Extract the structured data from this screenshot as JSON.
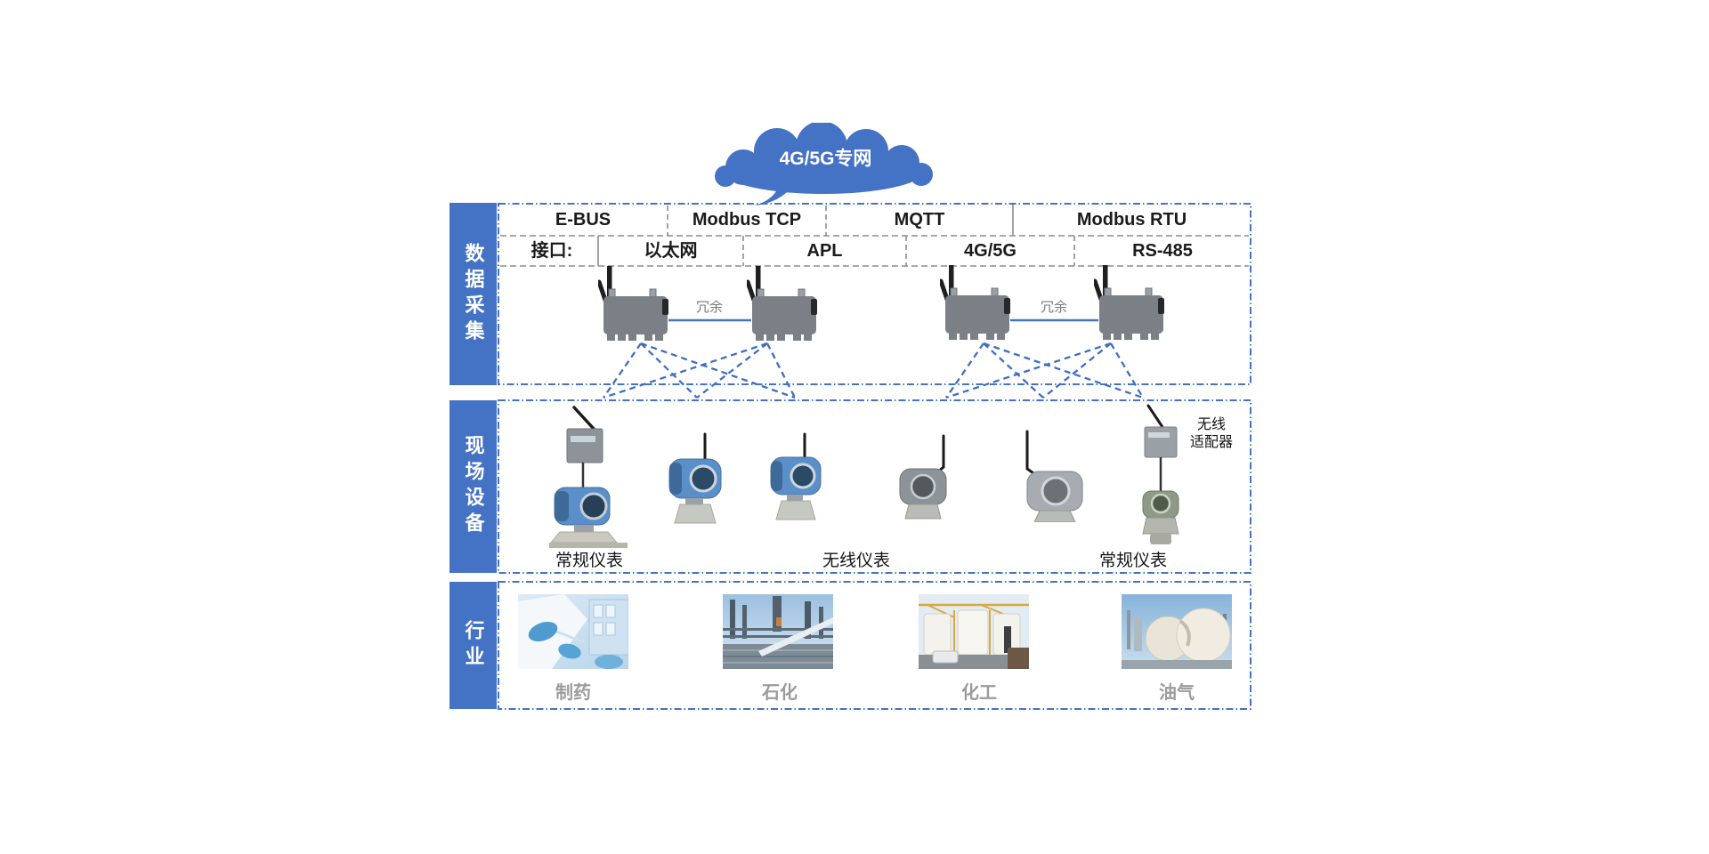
{
  "cloud": {
    "label": "4G/5G专网"
  },
  "sections": {
    "acquisition": {
      "sidebar_label": "数据采集",
      "protocols": [
        "E-BUS",
        "Modbus TCP",
        "MQTT",
        "Modbus RTU"
      ],
      "interface_prefix": "接口:",
      "interfaces": [
        "以太网",
        "APL",
        "4G/5G",
        "RS-485"
      ],
      "redundancy": [
        "冗余",
        "冗余"
      ]
    },
    "field": {
      "sidebar_label": "现场设备",
      "instrument_labels": [
        "常规仪表",
        "无线仪表",
        "常规仪表"
      ],
      "adapter_label": [
        "无线",
        "适配器"
      ]
    },
    "industry": {
      "sidebar_label": "行业",
      "items": [
        "制药",
        "石化",
        "化工",
        "油气"
      ]
    }
  },
  "colors": {
    "accent_blue": "#4472C4",
    "line_blue": "#3E6EC2",
    "device_gray": "#7A8086",
    "instrument_blue": "#5B8FC9",
    "label_gray": "#9B9B9B"
  }
}
